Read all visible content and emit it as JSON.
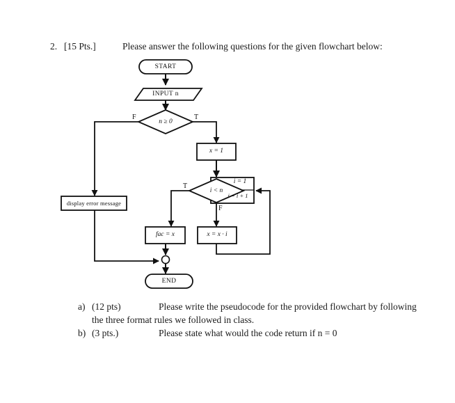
{
  "question": {
    "number": "2.",
    "points": "[15 Pts.]",
    "prompt": "Please answer the following questions for the given flowchart below:"
  },
  "subquestions": [
    {
      "label": "a)",
      "points": "(12 pts)",
      "text": "Please write the pseudocode for the provided flowchart by following",
      "continuation": "the three format rules we followed in class."
    },
    {
      "label": "b)",
      "points": "(3 pts.)",
      "text": "Please state what would the code return if n = 0",
      "continuation": ""
    }
  ],
  "flowchart": {
    "nodes": {
      "start": "START",
      "input": "INPUT n",
      "decision_n": "n ≥ 0",
      "assign_x": "x = 1",
      "assign_i": "i = 1",
      "decision_i": "i < n",
      "increment_i": "i = i + 1",
      "error": "display error message",
      "fac": "fac = x",
      "multiply": "x = x · i",
      "end": "END"
    },
    "branch_labels": {
      "n_false": "F",
      "n_true": "T",
      "i_true": "T",
      "i_false": "F"
    }
  },
  "colors": {
    "stroke": "#111111",
    "text": "#1a1a1a",
    "background": "#ffffff"
  }
}
